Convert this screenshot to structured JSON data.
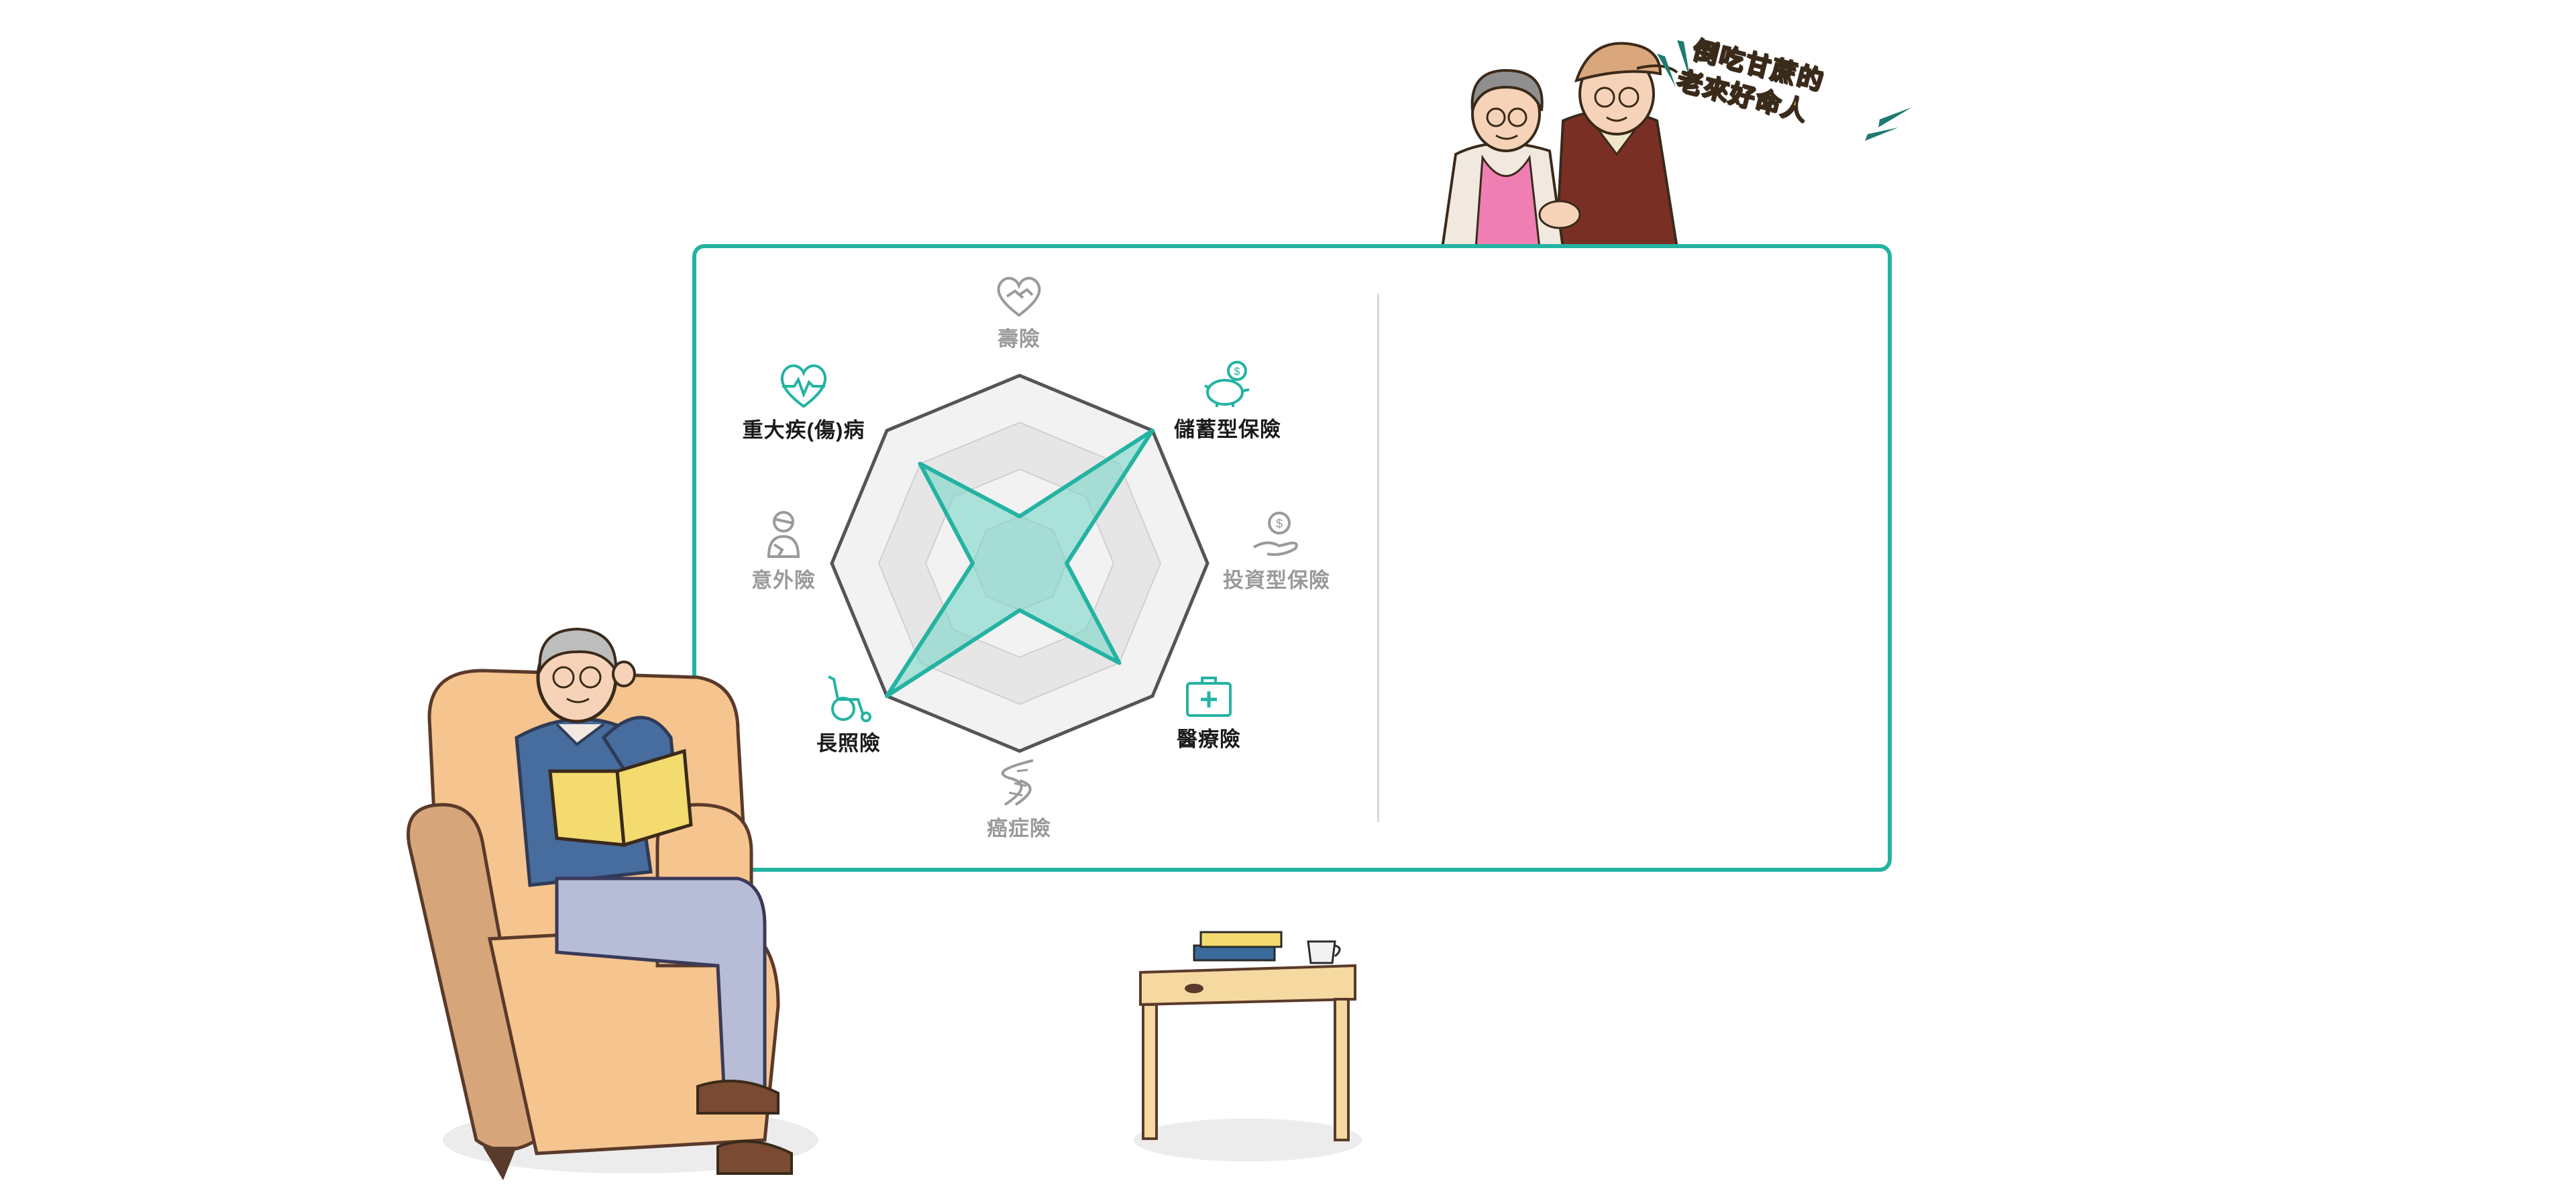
{
  "slogan": {
    "line1": "倒吃甘蔗的",
    "line2": "老來好命人"
  },
  "radar": {
    "categories": [
      {
        "label": "壽險",
        "icon": "handshake-heart-icon",
        "active": false
      },
      {
        "label": "儲蓄型保險",
        "icon": "piggy-bank-icon",
        "active": true
      },
      {
        "label": "投資型保險",
        "icon": "hand-coin-icon",
        "active": false
      },
      {
        "label": "醫療險",
        "icon": "medical-kit-icon",
        "active": true
      },
      {
        "label": "癌症險",
        "icon": "dna-icon",
        "active": false
      },
      {
        "label": "長照險",
        "icon": "wheelchair-icon",
        "active": true
      },
      {
        "label": "意外險",
        "icon": "injured-person-icon",
        "active": false
      },
      {
        "label": "重大疾(傷)病",
        "icon": "heart-pulse-icon",
        "active": true
      }
    ],
    "levels": 4,
    "values": [
      0.25,
      1.0,
      0.25,
      0.75,
      0.25,
      1.0,
      0.25,
      0.75
    ],
    "colors": {
      "accent": "#23b3a2",
      "fill": "#6fd3c4",
      "inactive": "#9a9a9a",
      "grid": "#555555"
    }
  }
}
